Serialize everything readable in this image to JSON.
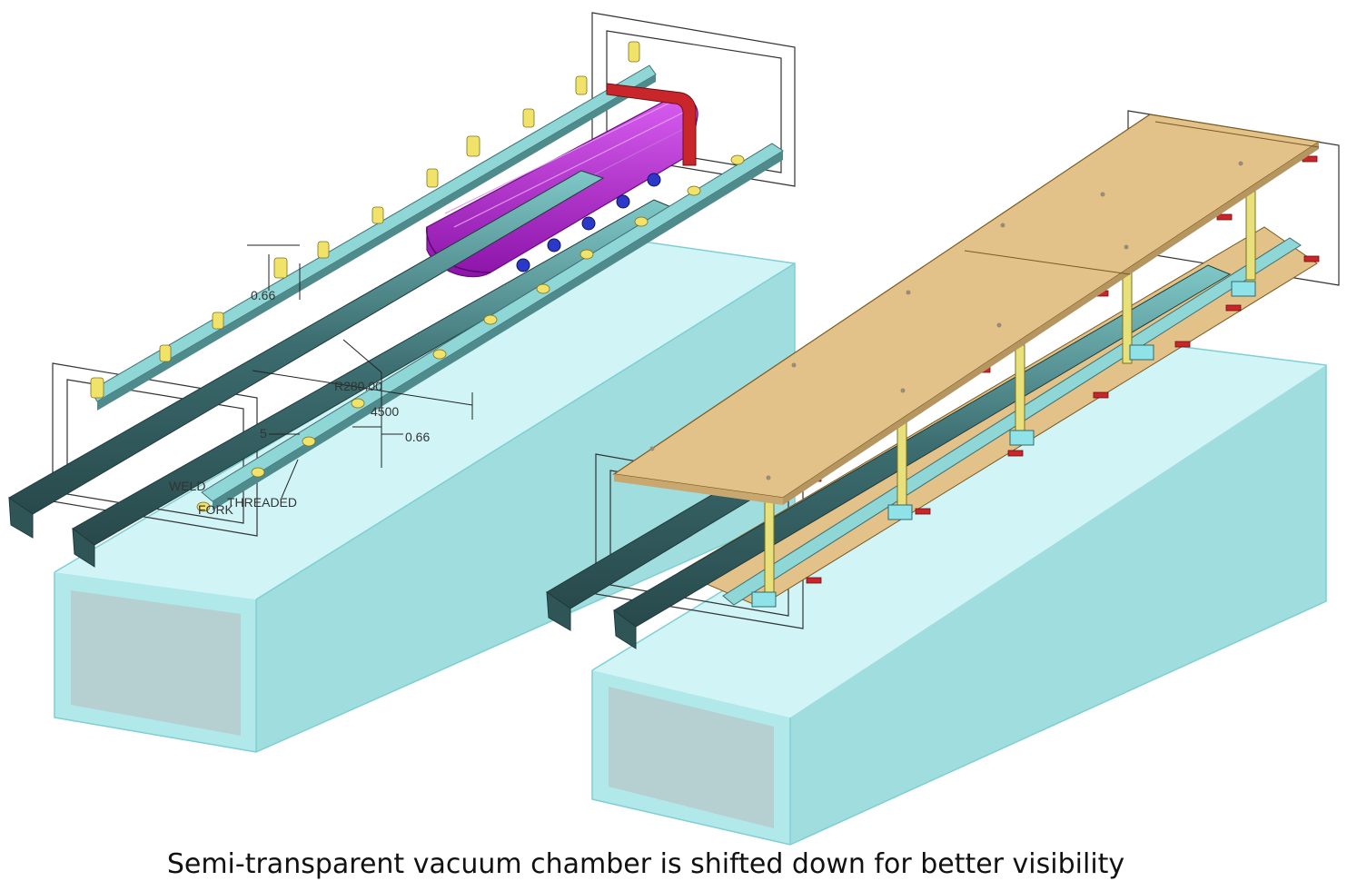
{
  "caption": "Semi-transparent vacuum chamber is shifted down for better visibility",
  "annotations": {
    "dim_066_top": "0.66",
    "radius": "R280.00",
    "dim_4500": "4500",
    "dim_066_right": "0.66",
    "dim_5": "5",
    "threaded": "THREADED",
    "fork": "FORK",
    "weld": "WELD"
  },
  "colors": {
    "chamber": "#9be9ec",
    "rail": "#3f6e70",
    "rail_light": "#8fd6d6",
    "magnet": "#b024c8",
    "plate": "#e2c288",
    "post": "#e8e07a",
    "bolt": "#f1e36a",
    "red_clamp": "#c8262a"
  }
}
